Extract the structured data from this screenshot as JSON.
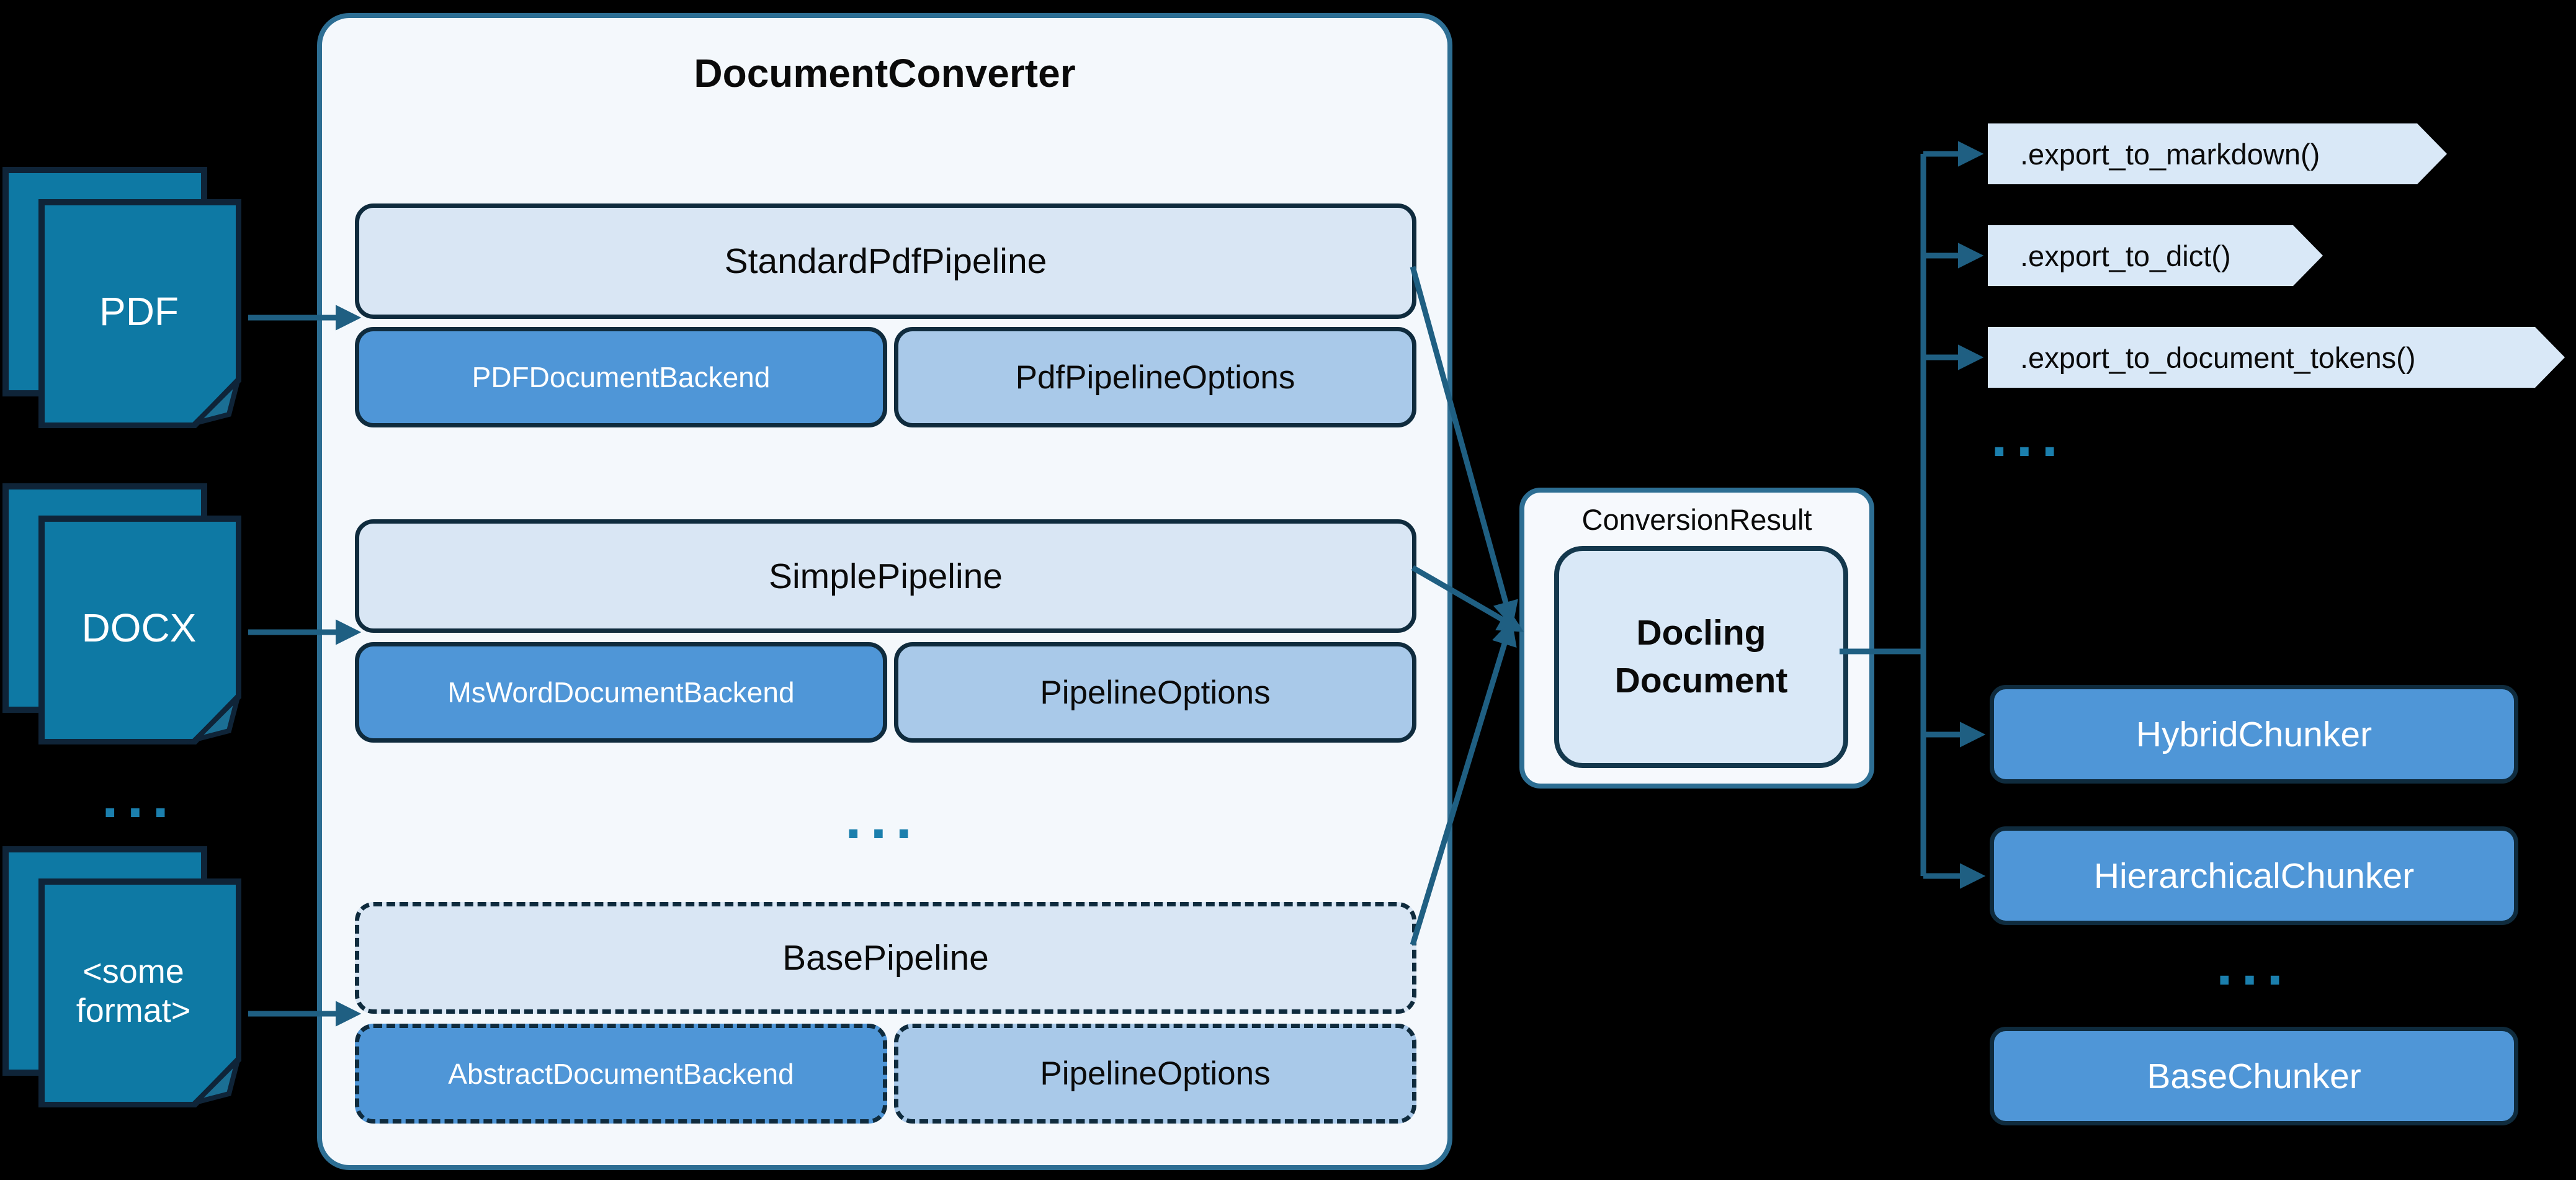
{
  "diagram_title": "DocumentConverter",
  "colors": {
    "background": "#000000",
    "accent_teal": "#1f5f82",
    "icon_fill": "#0e79a4",
    "icon_fold": "#1b6f94",
    "dark_border": "#0f2b3d",
    "container_fill": "#f4f8fc",
    "container_border": "#2d6e93",
    "pipeline_fill": "#d9e6f4",
    "backend_fill": "#4f96d7",
    "options_fill": "#a9c9e9",
    "banner_fill": "#d9e8f7",
    "dots_color": "#1b7fad"
  },
  "sources": {
    "pdf": {
      "label": "PDF"
    },
    "docx": {
      "label": "DOCX"
    },
    "ellipsis": "...",
    "some_format": {
      "label": "<some format>"
    }
  },
  "converter": {
    "title": "DocumentConverter",
    "pipelines": [
      {
        "name": "StandardPdfPipeline",
        "backend": "PDFDocumentBackend",
        "options": "PdfPipelineOptions"
      },
      {
        "name": "SimplePipeline",
        "backend": "MsWordDocumentBackend",
        "options": "PipelineOptions"
      },
      {
        "name": "BasePipeline",
        "backend": "AbstractDocumentBackend",
        "options": "PipelineOptions"
      }
    ],
    "ellipsis": "..."
  },
  "result": {
    "label": "ConversionResult",
    "document": "Docling Document"
  },
  "exports": {
    "items": [
      ".export_to_markdown()",
      ".export_to_dict()",
      ".export_to_document_tokens()"
    ],
    "ellipsis": "..."
  },
  "chunkers": {
    "items": [
      "HybridChunker",
      "HierarchicalChunker"
    ],
    "ellipsis": "...",
    "base": "BaseChunker"
  }
}
